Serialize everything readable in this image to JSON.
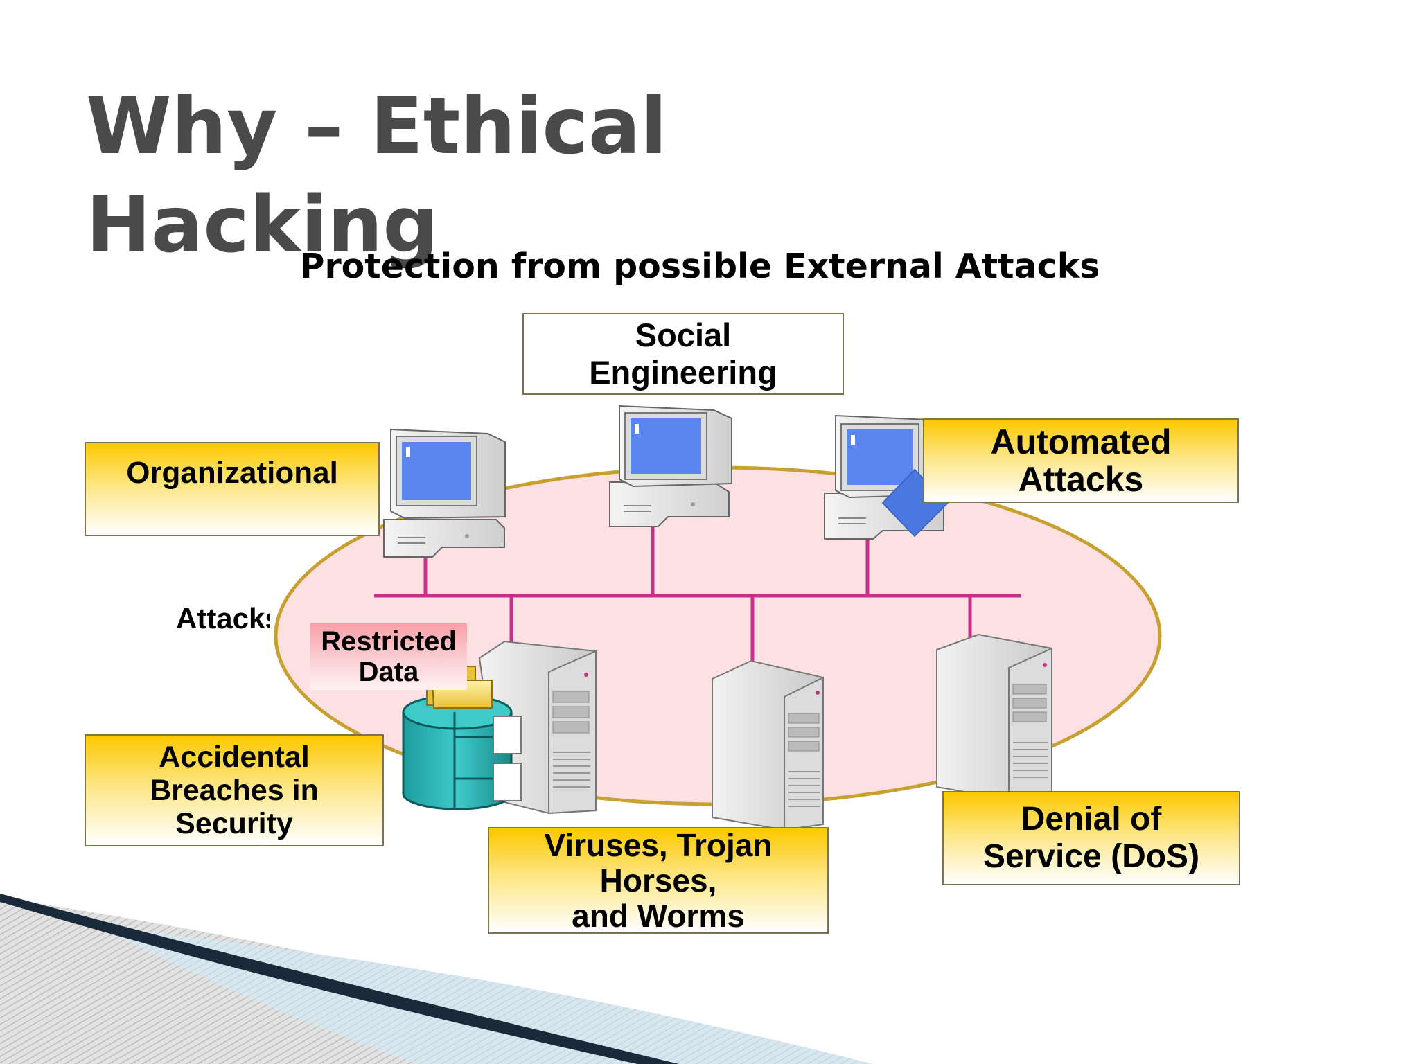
{
  "title": {
    "line1": "Why – Ethical",
    "line2": "Hacking"
  },
  "subtitle": "Protection from possible External Attacks",
  "labels": {
    "social_engineering": [
      "Social",
      "Engineering"
    ],
    "organizational": [
      "Organizational"
    ],
    "automated_attacks": [
      "Automated",
      "Attacks"
    ],
    "attacks": "Attacks",
    "restricted_data": [
      "Restricted",
      "Data"
    ],
    "accidental_breaches": [
      "Accidental",
      "Breaches in",
      "Security"
    ],
    "viruses": [
      "Viruses, Trojan",
      "Horses,",
      "and Worms"
    ],
    "denial_of_service": [
      "Denial of",
      "Service (DoS)"
    ]
  },
  "colors": {
    "title": "#4a4a4a",
    "label_gold": "#fcc800",
    "network_line": "#c4308c",
    "ellipse_fill": "#fde0e2",
    "ellipse_stroke": "#c8a030",
    "screen": "#5b86f0",
    "database": "#25b5b5",
    "diamond": "#4a78e0"
  },
  "icons": [
    "desktop-computer-icon",
    "server-tower-icon",
    "database-cylinder-icon",
    "folder-icon",
    "diamond-icon"
  ]
}
